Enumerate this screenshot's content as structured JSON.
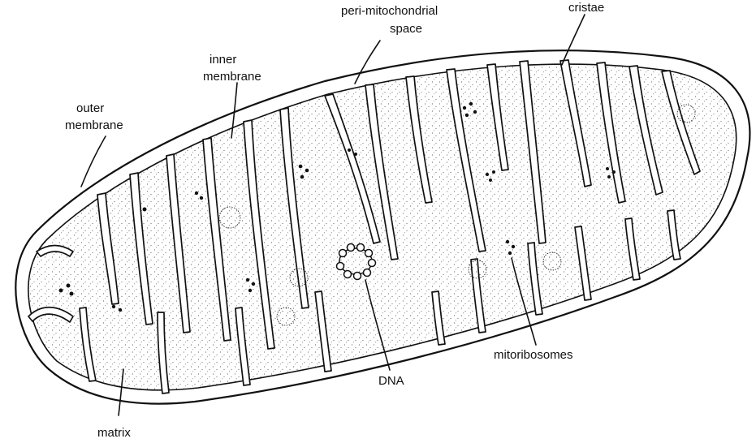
{
  "labels": {
    "outer_membrane": [
      "outer",
      "membrane"
    ],
    "inner_membrane": [
      "inner",
      "membrane"
    ],
    "peri_space": [
      "peri-mitochondrial",
      "space"
    ],
    "cristae": "cristae",
    "matrix": "matrix",
    "dna": "DNA",
    "mitoribosomes": "mitoribosomes"
  },
  "colors": {
    "ink": "#111111",
    "background": "#ffffff"
  }
}
